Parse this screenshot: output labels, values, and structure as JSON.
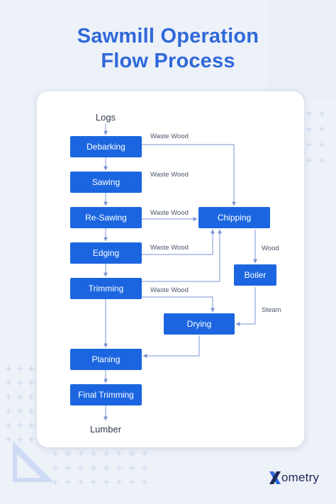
{
  "title": {
    "line1": "Sawmill Operation",
    "line2": "Flow Process"
  },
  "terminals": {
    "start": "Logs",
    "end": "Lumber"
  },
  "nodes": {
    "debarking": "Debarking",
    "sawing": "Sawing",
    "resawing": "Re-Sawing",
    "edging": "Edging",
    "trimming": "Trimming",
    "planing": "Planing",
    "final_trimming": "Final Trimming",
    "chipping": "Chipping",
    "boiler": "Boiler",
    "drying": "Drying"
  },
  "edge_labels": {
    "waste_wood_1": "Waste Wood",
    "waste_wood_2": "Waste Wood",
    "waste_wood_3": "Waste Wood",
    "waste_wood_4": "Waste Wood",
    "waste_wood_5": "Waste Wood",
    "wood": "Wood",
    "steam": "Steam"
  },
  "logo": {
    "brand": "ometry"
  },
  "colors": {
    "accent": "#2f69d9",
    "node": "#1b66e0",
    "line": "#7c95d6"
  }
}
